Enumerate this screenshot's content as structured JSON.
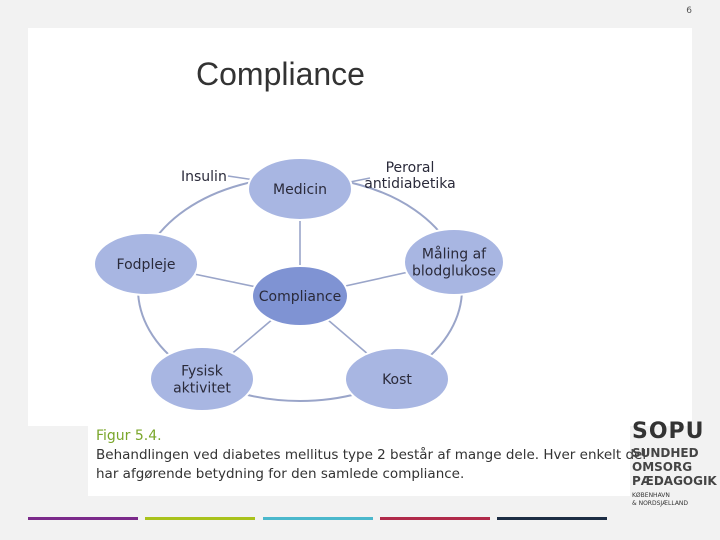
{
  "page_number": "6",
  "slide": {
    "title": "Compliance"
  },
  "diagram": {
    "center": {
      "id": "compliance",
      "label": "Compliance"
    },
    "nodes": [
      {
        "id": "medicin",
        "lines": [
          "Medicin"
        ]
      },
      {
        "id": "maaling",
        "lines": [
          "Måling af",
          "blodglukose"
        ]
      },
      {
        "id": "kost",
        "lines": [
          "Kost"
        ]
      },
      {
        "id": "fysisk",
        "lines": [
          "Fysisk",
          "aktivitet"
        ]
      },
      {
        "id": "fodpleje",
        "lines": [
          "Fodpleje"
        ]
      }
    ],
    "annotations": [
      {
        "id": "insulin",
        "lines": [
          "Insulin"
        ],
        "attached_to": "medicin"
      },
      {
        "id": "peroral",
        "lines": [
          "Peroral",
          "antidiabetika"
        ],
        "attached_to": "medicin"
      }
    ],
    "colors": {
      "center_fill": "#7f93d3",
      "node_fill": "#a8b6e2",
      "edge": "#9aa5c9"
    }
  },
  "caption": {
    "figure": "Figur 5.4.",
    "lines": [
      "Behandlingen ved diabetes mellitus type 2 består af mange dele. Hver enkelt del",
      "har afgørende betydning for den samlede compliance."
    ],
    "figure_color": "#7aa62a"
  },
  "logo": {
    "main": "SOPU",
    "lines": [
      "SUNDHED",
      "OMSORG",
      "PÆDAGOGIK"
    ],
    "small": [
      "KØBENHAVN",
      "& NORDSJÆLLAND"
    ]
  },
  "footer_bars": [
    "#7b2a8a",
    "#a9c21c",
    "#4bb8cc",
    "#b02a4a",
    "#1d2d44"
  ]
}
